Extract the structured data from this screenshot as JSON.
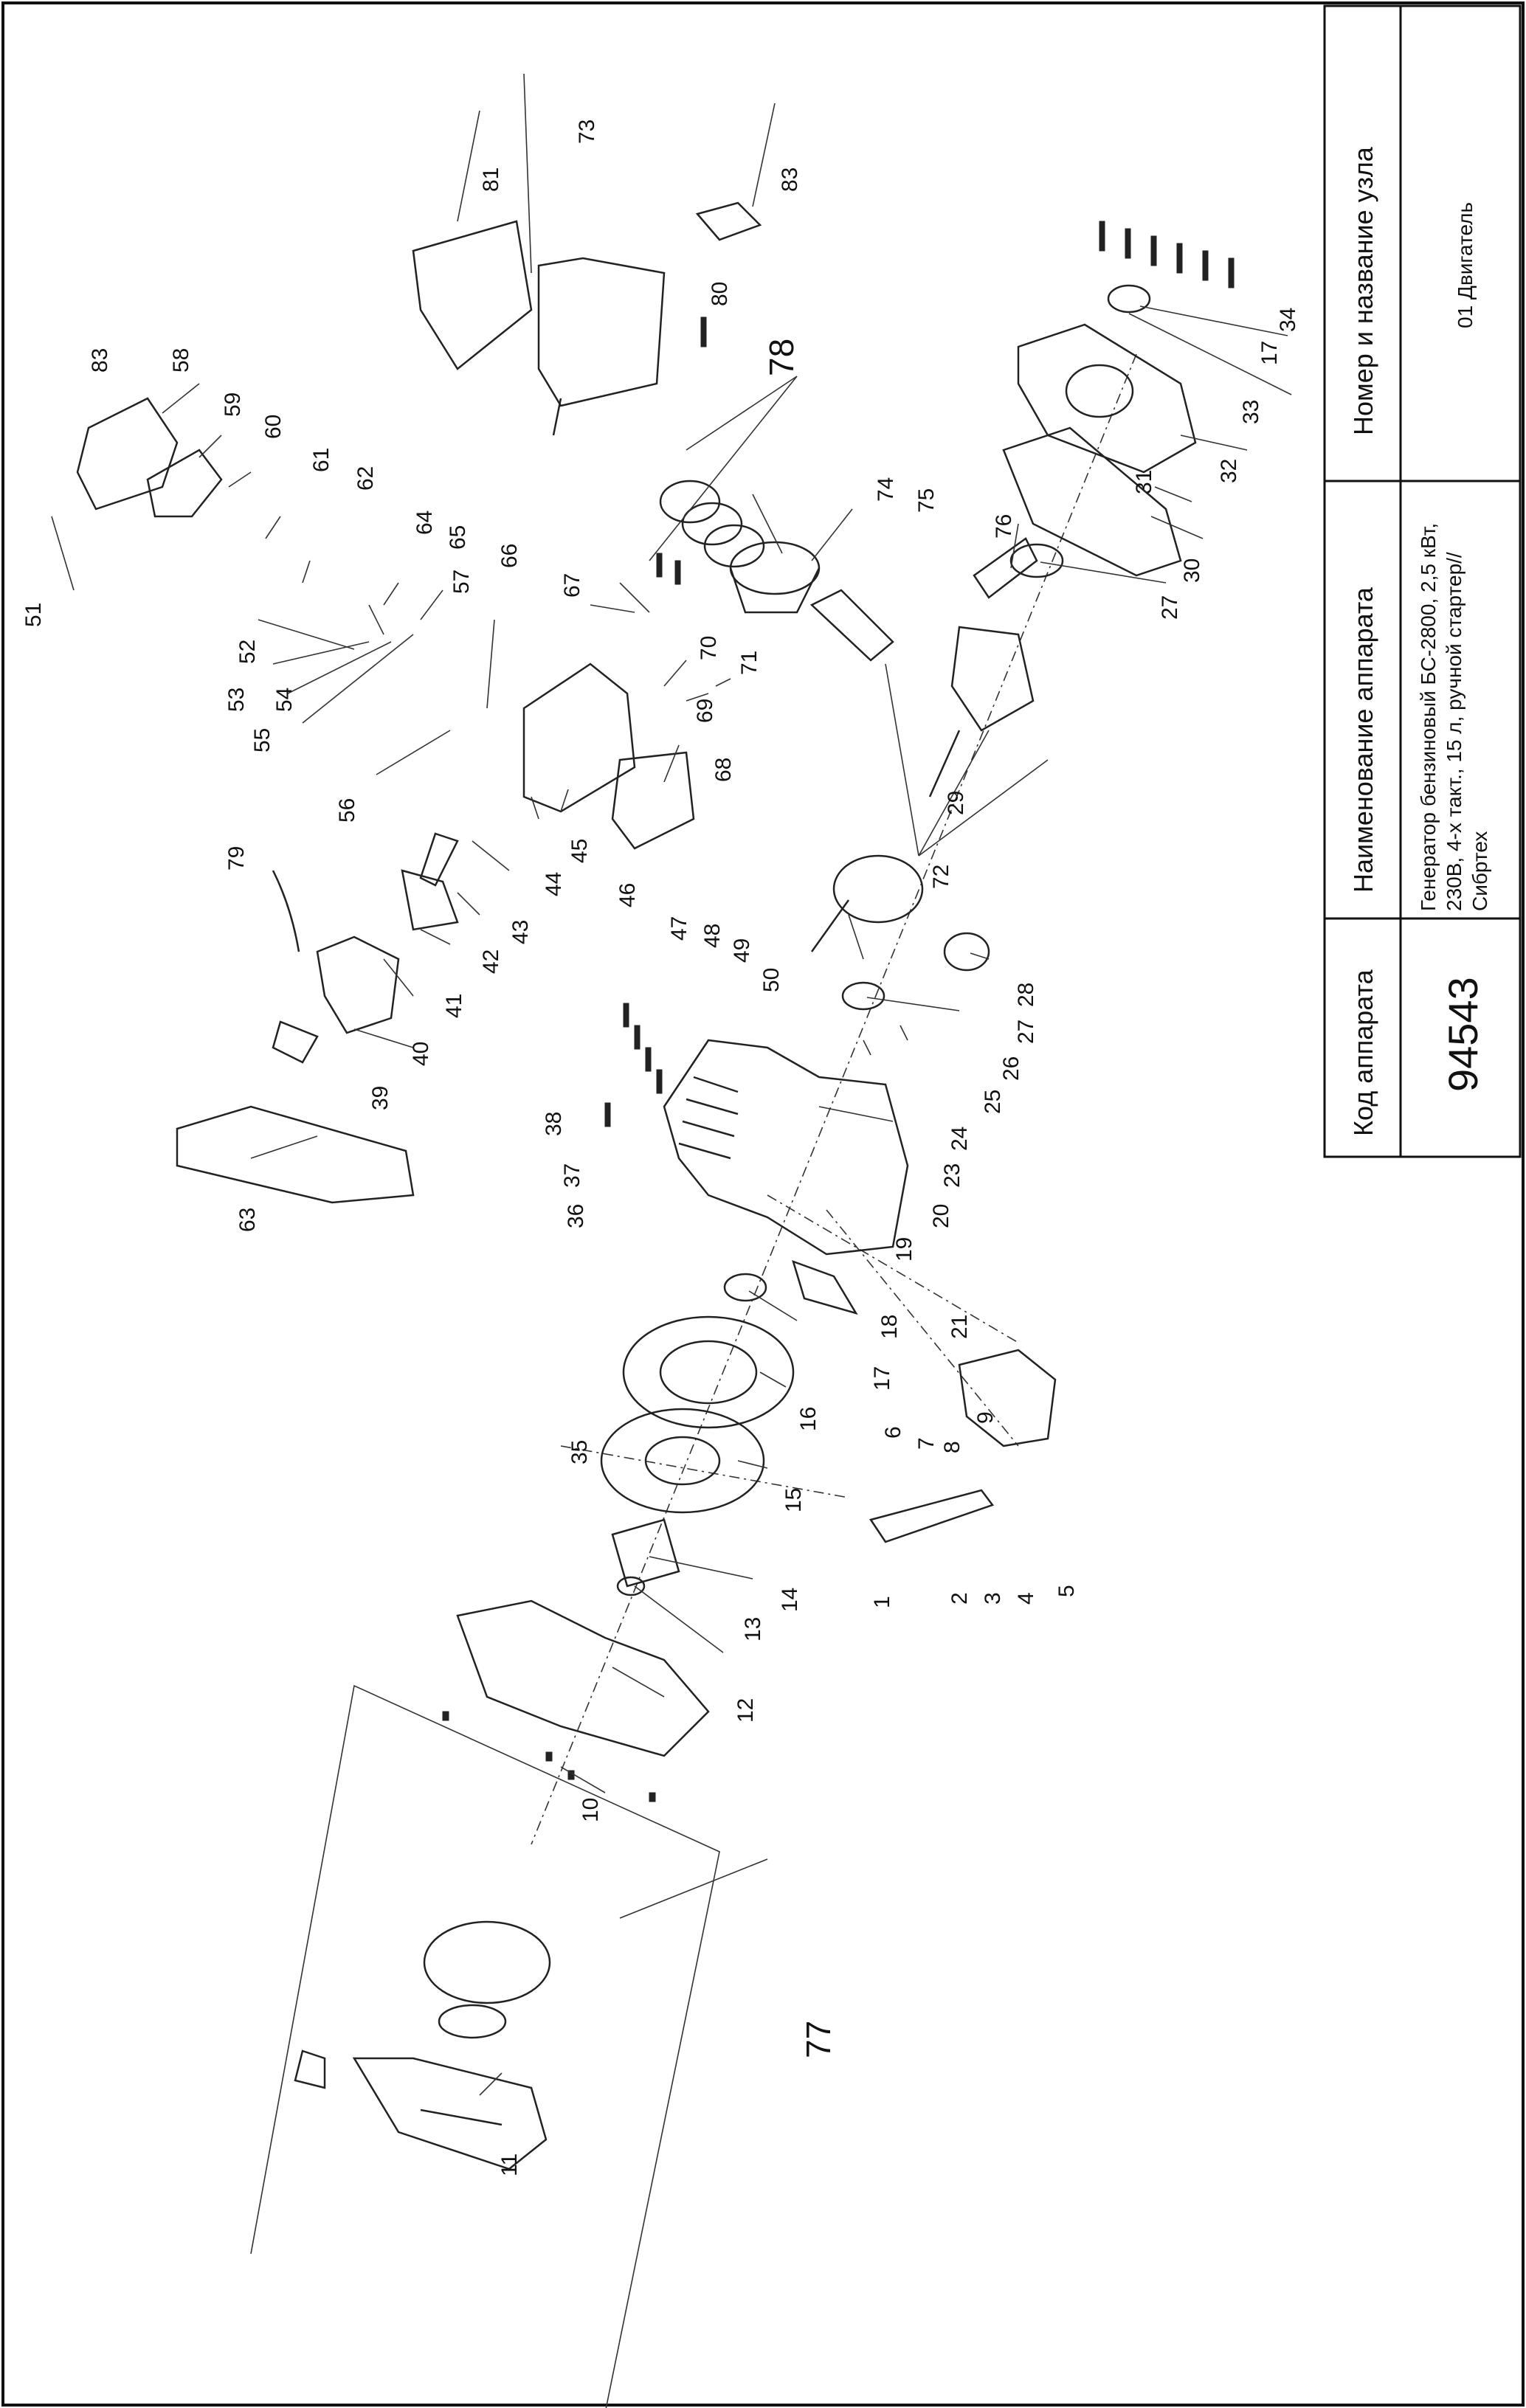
{
  "title_block": {
    "code_header": "Код аппарата",
    "code_value": "94543",
    "name_header": "Наименование аппарата",
    "name_lines": [
      "Генератор бензиновый БС-2800, 2,5 кВт,",
      "230В, 4-х такт., 15 л, ручной стартер//",
      "Сибртех"
    ],
    "node_header": "Номер и название узла",
    "node_value": "01 Двигатель"
  },
  "callouts": [
    "1",
    "2",
    "3",
    "4",
    "5",
    "6",
    "7",
    "8",
    "9",
    "10",
    "11",
    "12",
    "13",
    "14",
    "15",
    "16",
    "17",
    "18",
    "19",
    "20",
    "21",
    "23",
    "24",
    "25",
    "26",
    "27",
    "28",
    "29",
    "30",
    "31",
    "32",
    "33",
    "34",
    "35",
    "36",
    "37",
    "38",
    "39",
    "40",
    "41",
    "42",
    "43",
    "44",
    "45",
    "46",
    "47",
    "48",
    "49",
    "50",
    "51",
    "52",
    "53",
    "54",
    "55",
    "56",
    "57",
    "58",
    "59",
    "60",
    "61",
    "62",
    "63",
    "64",
    "65",
    "66",
    "67",
    "68",
    "69",
    "70",
    "71",
    "72",
    "73",
    "74",
    "75",
    "76",
    "77",
    "78",
    "79",
    "80",
    "81",
    "83"
  ]
}
